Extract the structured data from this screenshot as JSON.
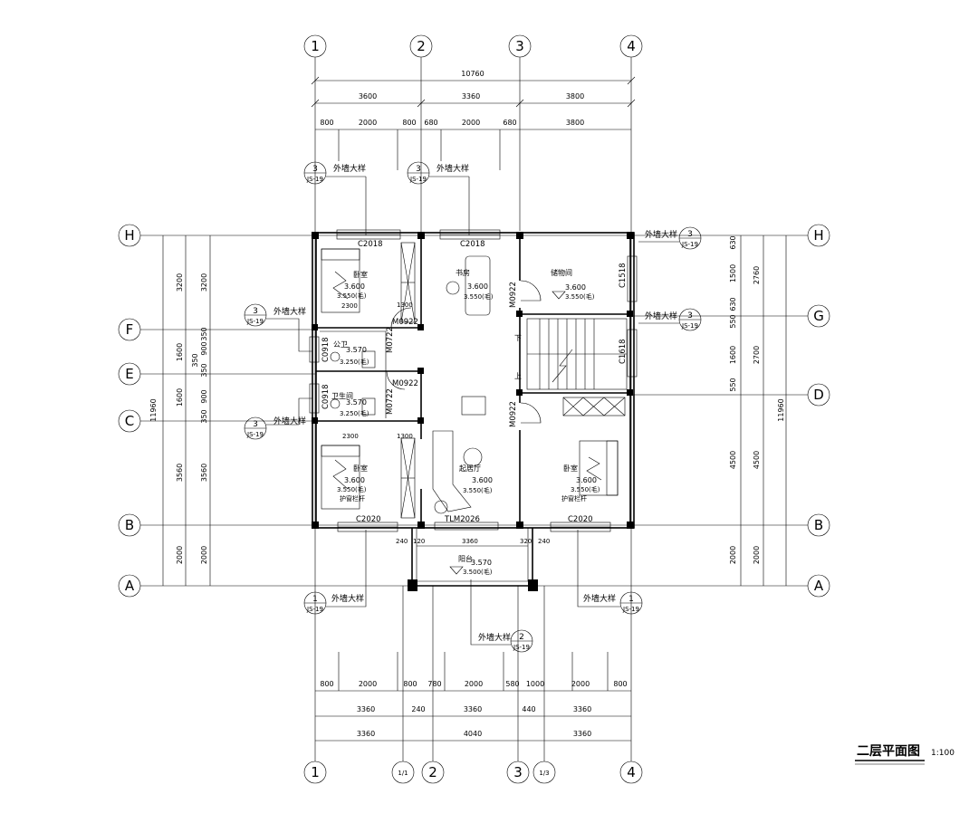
{
  "axes": {
    "top": [
      "1",
      "2",
      "3",
      "4"
    ],
    "bottom": [
      "1",
      "1/1",
      "2",
      "3",
      "1/3",
      "4"
    ],
    "left": [
      "H",
      "F",
      "E",
      "C",
      "B",
      "A"
    ],
    "right": [
      "H",
      "G",
      "D",
      "B",
      "A"
    ]
  },
  "top_dims": {
    "total": "10760",
    "row2": [
      "3600",
      "3360",
      "3800"
    ],
    "row3": [
      "800",
      "2000",
      "800",
      "680",
      "2000",
      "680",
      "3800"
    ]
  },
  "bottom_dims": {
    "row1": [
      "800",
      "2000",
      "800",
      "780",
      "2000",
      "580",
      "1000",
      "2000",
      "800"
    ],
    "row2": [
      "3360",
      "240",
      "3360",
      "440",
      "3360"
    ],
    "row3": [
      "3360",
      "4040",
      "3360"
    ]
  },
  "left_dims": {
    "total": "11960",
    "outer": [
      "3200",
      "1600",
      "1600",
      "3560",
      "2000"
    ],
    "inner": [
      "3200",
      "350",
      "900",
      "350",
      "350",
      "900",
      "350",
      "3560",
      "2000"
    ]
  },
  "right_dims": {
    "total": "11960",
    "outer": [
      "2760",
      "2700",
      "4500",
      "2000"
    ],
    "inner": [
      "630",
      "1500",
      "630",
      "550",
      "1600",
      "550",
      "4500",
      "2000"
    ]
  },
  "detail_refs": {
    "label": "外墙大样",
    "sheet": "JS-19",
    "nums": [
      "3",
      "3",
      "3",
      "3",
      "3",
      "3",
      "1",
      "1",
      "2"
    ]
  },
  "rooms": {
    "bedroom_nw": "卧室",
    "study": "书房",
    "storage": "储物间",
    "toilet1": "公卫",
    "toilet2": "卫生间",
    "living": "起居厅",
    "bedroom_sw": "卧室",
    "bedroom_se": "卧室",
    "balcony": "阳台"
  },
  "levels": {
    "l3600": "3.600",
    "l3550": "3.550(毛)",
    "l3570": "3.570",
    "l3250": "3.250(毛)",
    "l3500": "3.500(毛)"
  },
  "windows": {
    "c2018": "C2018",
    "c1518": "C1518",
    "c1618": "C1618",
    "c0918": "C0918",
    "c2020": "C2020",
    "m0922": "M0922",
    "m0722": "M0722",
    "tlm2026": "TLM2026"
  },
  "misc": {
    "d2300": "2300",
    "d1300": "1300",
    "d3360": "3360",
    "d240": "240",
    "d120": "120",
    "d320": "320",
    "railing": "护窗栏杆",
    "up": "上",
    "down": "下"
  },
  "title": {
    "name": "二层平面图",
    "scale": "1:100"
  }
}
